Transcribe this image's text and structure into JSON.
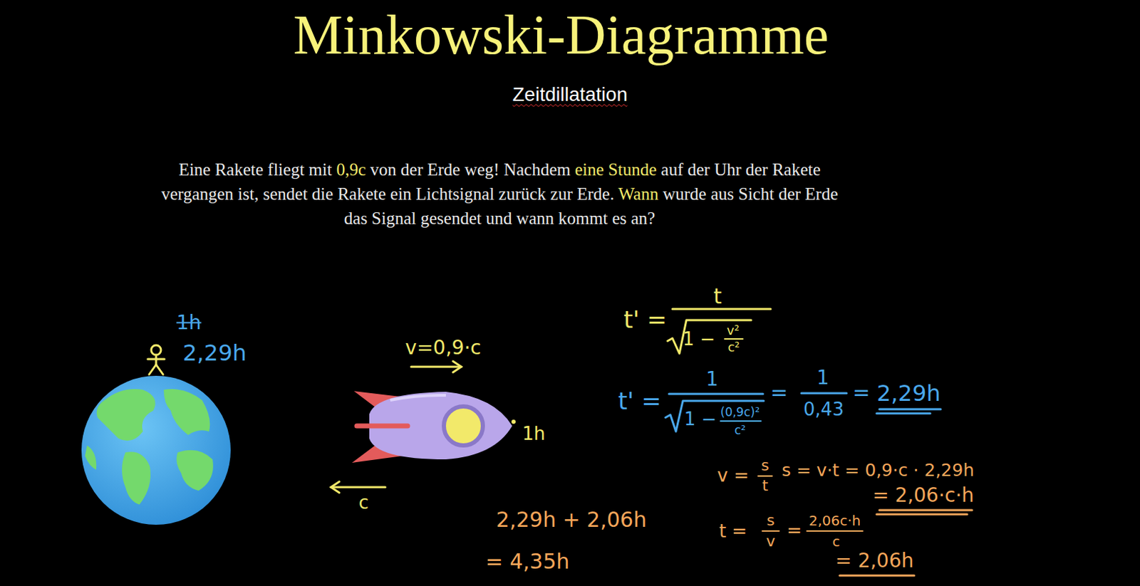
{
  "diagram": {
    "title": "Minkowski-Diagramme",
    "labels": [
      "Zeitdillatation",
      "Eine Rakete fliegt mit",
      "0,9c",
      "von der Erde weg! Nachdem",
      "eine Stunde",
      "auf der Uhr der Rakete vergangen ist, sendet die Rakete ein Lichtsignal zurück zur Erde.",
      "Wann",
      "wurde aus Sicht der Erde das Signal gesendet und wann kommt es an?",
      "1h",
      "2,29h",
      "v=0,9·c",
      "1h",
      "c",
      "t' =",
      "t",
      "1 −",
      "v²",
      "c²",
      "t' =",
      "1",
      "1 −",
      "(0,9c)²",
      "c²",
      "=",
      "1",
      "0,43",
      "=",
      "2,29h",
      "v =",
      "s",
      "t",
      "s = v·t = 0,9·c · 2,29h",
      "= 2,06·c·h",
      "t =",
      "s",
      "v",
      "=",
      "2,06c·h",
      "c",
      "= 2,06h",
      "2,29h + 2,06h",
      "= 4,35h"
    ]
  }
}
